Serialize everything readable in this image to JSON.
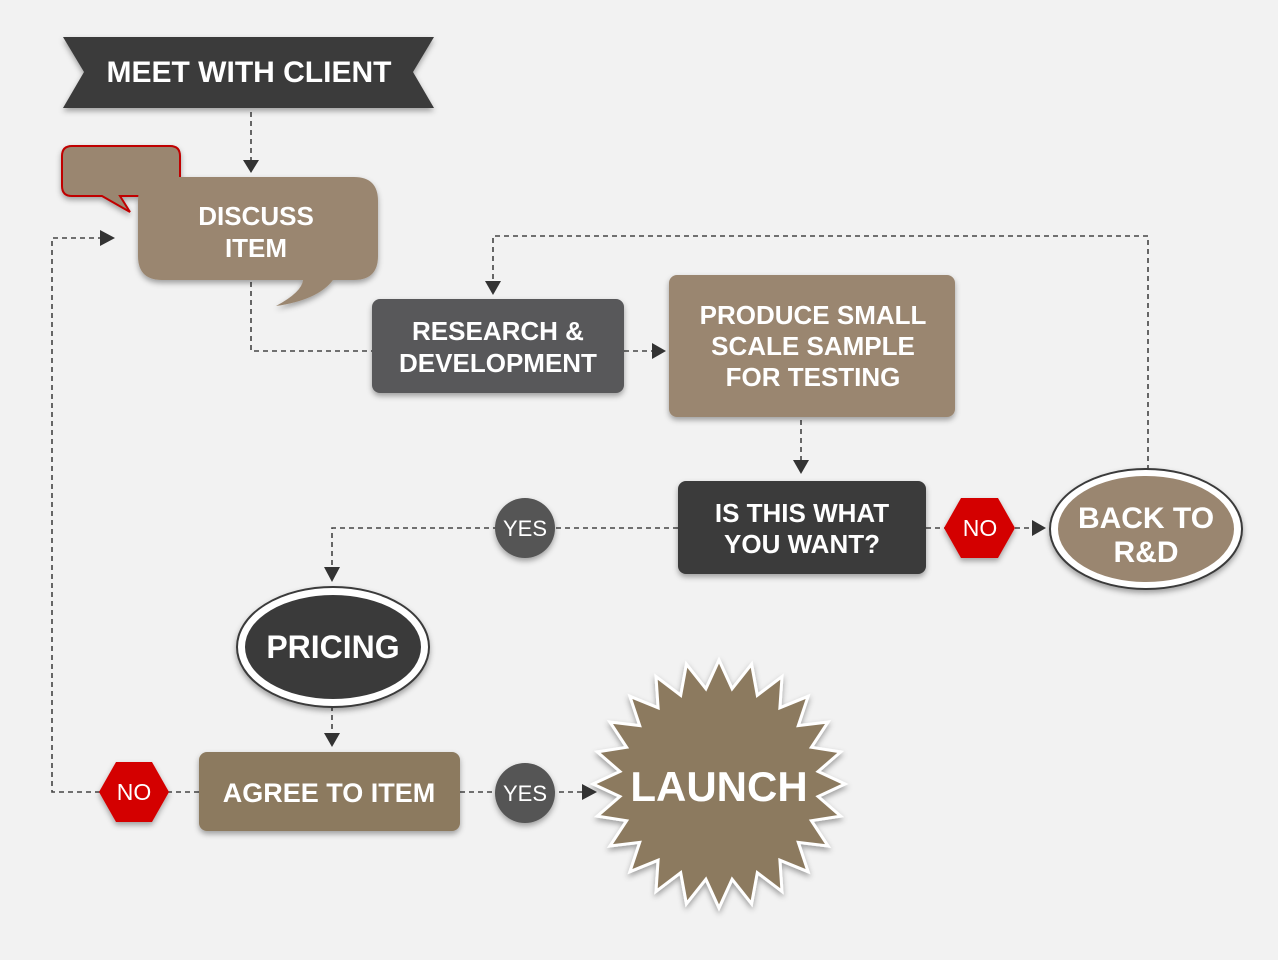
{
  "nodes": {
    "meet_client": "MEET WITH CLIENT",
    "discuss_item": [
      "DISCUSS",
      "ITEM"
    ],
    "research": [
      "RESEARCH &",
      "DEVELOPMENT"
    ],
    "produce_sample": [
      "PRODUCE SMALL",
      "SCALE SAMPLE",
      "FOR TESTING"
    ],
    "is_this_what": [
      "IS THIS WHAT",
      "YOU WANT?"
    ],
    "back_to_rd": [
      "BACK TO",
      "R&D"
    ],
    "pricing": "PRICING",
    "agree_item": "AGREE TO ITEM",
    "launch": "LAUNCH"
  },
  "badges": {
    "yes_pricing": "YES",
    "no_back": "NO",
    "no_agree": "NO",
    "yes_launch": "YES"
  },
  "colors": {
    "background": "#f2f2f2",
    "dark": "#3a3a3a",
    "mid_gray": "#58585a",
    "tan": "#9a8670",
    "tan_dark": "#8c7a5e",
    "no_red": "#d40000",
    "yes_gray": "#555555"
  }
}
